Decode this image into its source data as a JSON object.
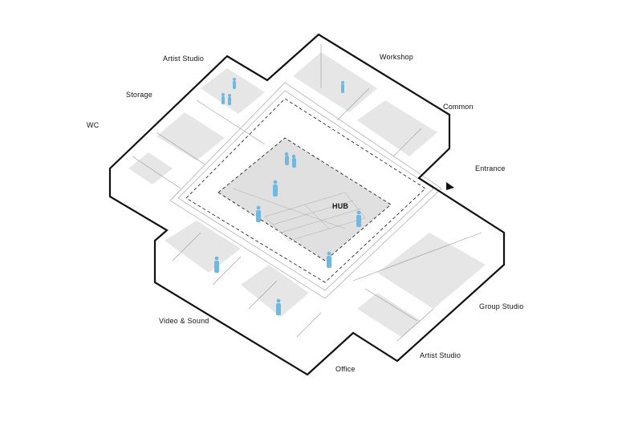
{
  "title": "Axonometric floor plan",
  "labels": {
    "artist_studio_top": "Artist Studio",
    "workshop": "Workshop",
    "storage": "Storage",
    "common": "Common",
    "wc": "WC",
    "entrance": "Entrance",
    "hub": "HUB",
    "group_studio": "Group Studio",
    "video_sound": "Video & Sound",
    "artist_studio_bottom": "Artist Studio",
    "office": "Office"
  },
  "colors": {
    "wall": "#111111",
    "floor": "#e6e6e6",
    "figure": "#6fb8e0",
    "line": "#999999"
  }
}
